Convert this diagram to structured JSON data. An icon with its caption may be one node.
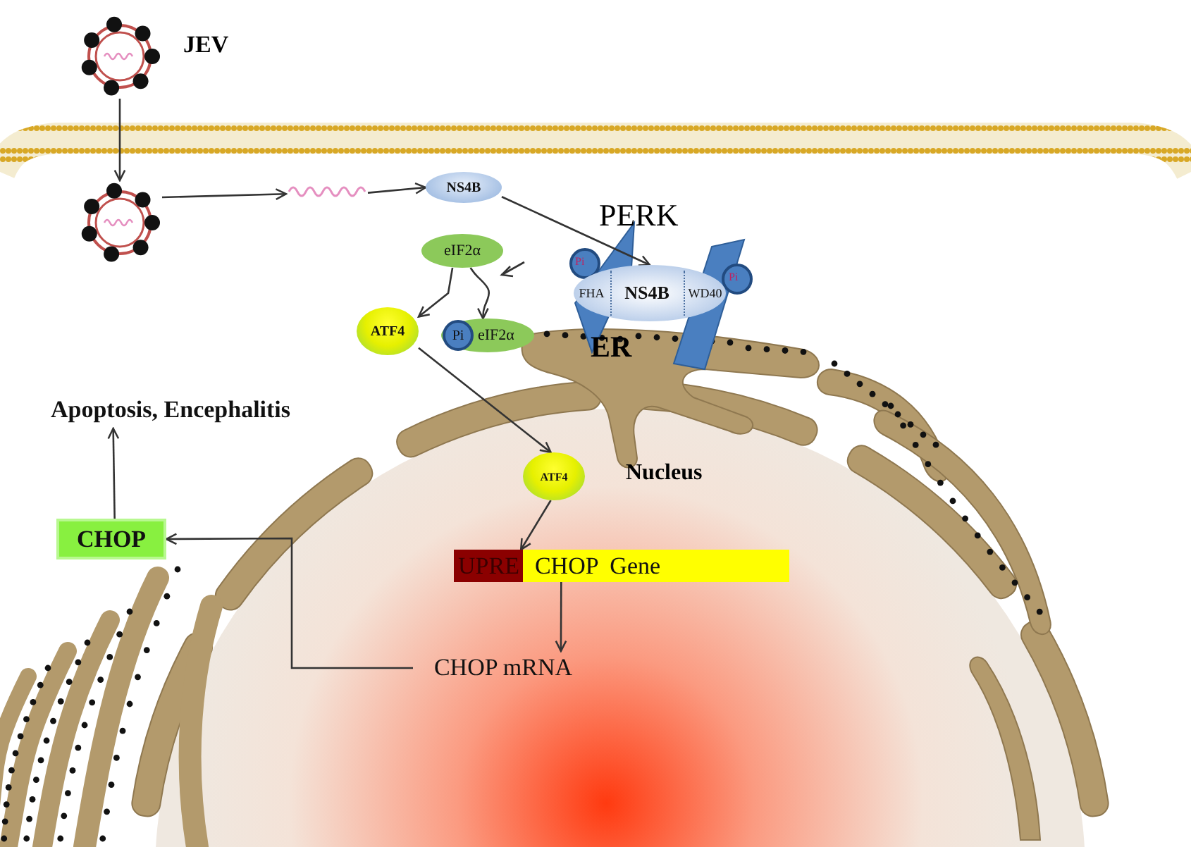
{
  "diagram": {
    "nodes": [
      {
        "text": [],
        "shape": "picture",
        "beside": [
          "JEV"
        ]
      },
      {
        "text": [],
        "shape": "picture"
      },
      {
        "text": [],
        "shape": "picture"
      },
      {
        "text": [
          "NS4B"
        ]
      },
      {
        "text": [
          "FHA",
          "NS4B",
          "WD40"
        ],
        "beside": [
          "PERK"
        ]
      },
      {
        "text": [
          "eIF2α"
        ]
      },
      {
        "text": [
          "Pi",
          "eIF2α"
        ]
      },
      {
        "text": [
          "ATF4"
        ]
      },
      {
        "text": [
          "ATF4"
        ]
      },
      {
        "text": [
          "UPRE",
          "CHOP  Gene"
        ]
      },
      {
        "text": [
          "CHOP mRNA"
        ]
      },
      {
        "text": [
          "CHOP"
        ]
      },
      {
        "text": [
          "Apoptosis, Encephalitis"
        ]
      }
    ],
    "edges": [
      {
        "from": 0,
        "to": 1,
        "arrow": "to"
      },
      {
        "from": 1,
        "to": 2,
        "arrow": "to"
      },
      {
        "from": 2,
        "to": 3,
        "arrow": "to"
      },
      {
        "from": 3,
        "to": 4,
        "arrow": "to"
      },
      {
        "from": 5,
        "to": 6,
        "arrow": "to"
      },
      {
        "from": 5,
        "to": 7,
        "arrow": "to"
      },
      {
        "from": 7,
        "to": 8,
        "arrow": "to"
      },
      {
        "from": 8,
        "to": 9,
        "arrow": "to"
      },
      {
        "from": 9,
        "to": 10,
        "arrow": "to"
      },
      {
        "from": 10,
        "to": 11,
        "arrow": "to"
      },
      {
        "from": 11,
        "to": 12,
        "arrow": "to"
      }
    ],
    "labels": [
      "Pi",
      "Pi",
      "ER",
      "Nucleus"
    ]
  }
}
